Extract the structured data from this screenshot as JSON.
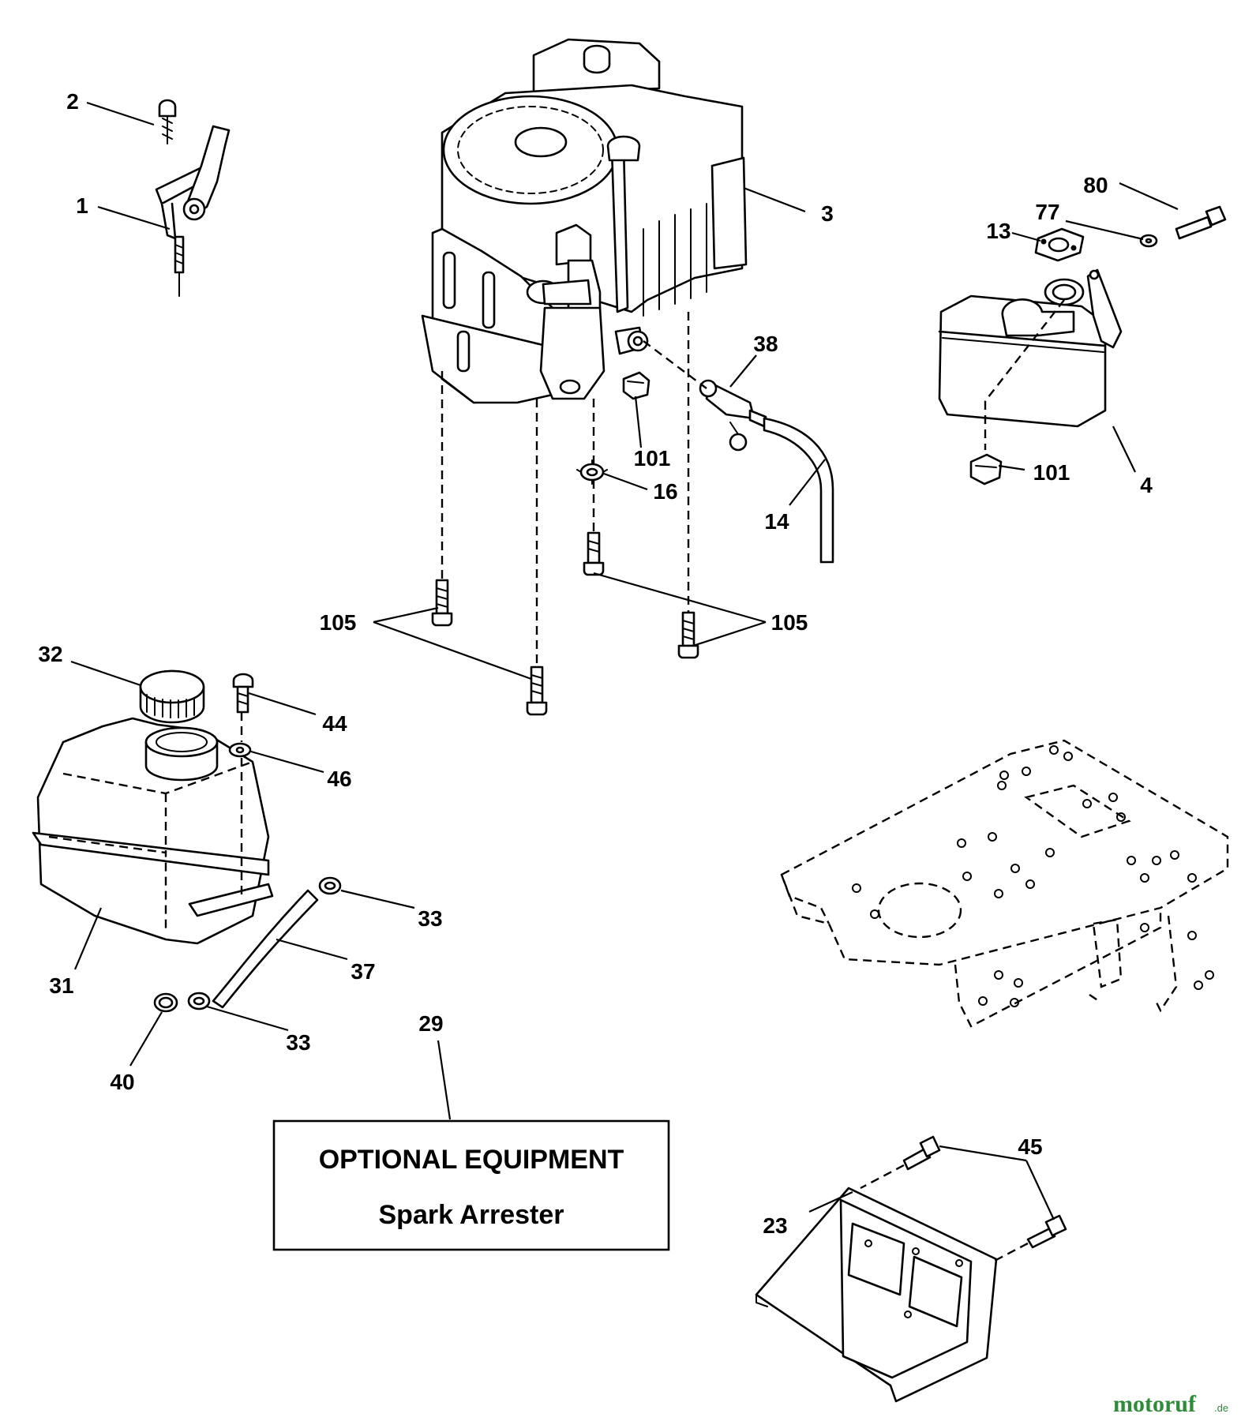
{
  "callouts": {
    "c1": "1",
    "c2": "2",
    "c3": "3",
    "c4": "4",
    "c13": "13",
    "c14": "14",
    "c16": "16",
    "c23": "23",
    "c29": "29",
    "c31": "31",
    "c32": "32",
    "c33a": "33",
    "c33b": "33",
    "c37": "37",
    "c38": "38",
    "c40": "40",
    "c44": "44",
    "c45": "45",
    "c46": "46",
    "c77": "77",
    "c80": "80",
    "c101a": "101",
    "c101b": "101",
    "c105a": "105",
    "c105b": "105"
  },
  "optional_box": {
    "line1": "OPTIONAL EQUIPMENT",
    "line2": "Spark Arrester"
  },
  "watermark": {
    "text": "motoruf",
    "suffix": ".de",
    "color": "#2e8b3a"
  }
}
